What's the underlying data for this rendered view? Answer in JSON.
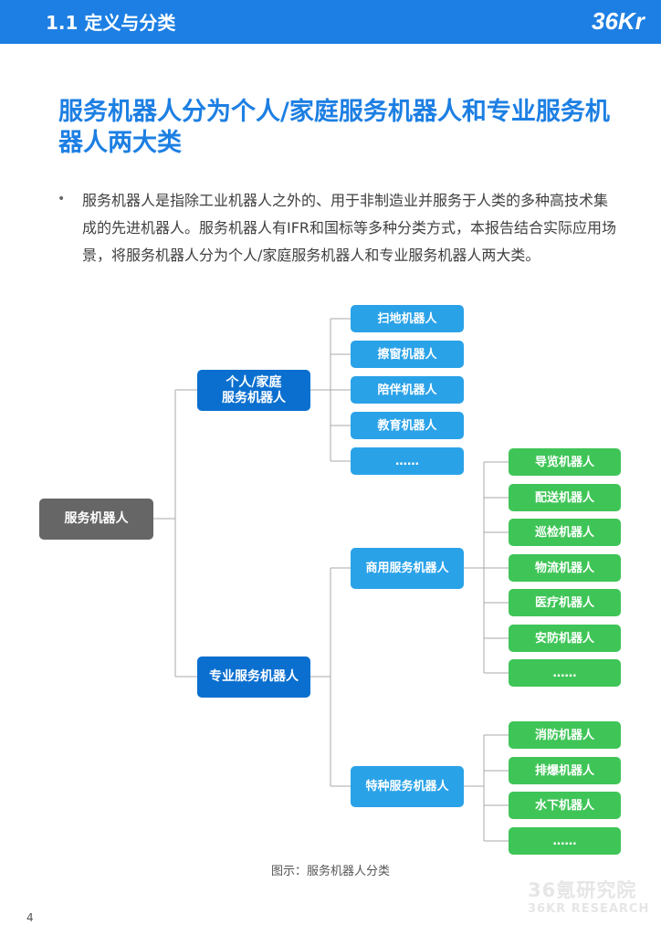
{
  "header": {
    "section_title": "1.1 定义与分类",
    "logo_text": "36Kr"
  },
  "title": "服务机器人分为个人/家庭服务机器人和专业服务机器人两大类",
  "bullet_mark": "•",
  "intro": "服务机器人是指除工业机器人之外的、用于非制造业并服务于人类的多种高技术集成的先进机器人。服务机器人有IFR和国标等多种分类方式，本报告结合实际应用场景，将服务机器人分为个人/家庭服务机器人和专业服务机器人两大类。",
  "diagram": {
    "root": "服务机器人",
    "personal": {
      "label_line1": "个人/家庭",
      "label_line2": "服务机器人",
      "items": [
        "扫地机器人",
        "擦窗机器人",
        "陪伴机器人",
        "教育机器人",
        "……"
      ]
    },
    "professional": {
      "label": "专业服务机器人",
      "commercial": {
        "label": "商用服务机器人",
        "items": [
          "导览机器人",
          "配送机器人",
          "巡检机器人",
          "物流机器人",
          "医疗机器人",
          "安防机器人",
          "……"
        ]
      },
      "special": {
        "label": "特种服务机器人",
        "items": [
          "消防机器人",
          "排爆机器人",
          "水下机器人",
          "……"
        ]
      }
    },
    "colors": {
      "root": "#666666",
      "level1": "#0a6fcf",
      "level2": "#2aa2e8",
      "leaf": "#3fc557",
      "connector": "#aaaaaa"
    }
  },
  "caption": "图示：服务机器人分类",
  "page_number": "4",
  "watermark": {
    "line1": "36氪研究院",
    "line2": "36KR RESEARCH"
  }
}
